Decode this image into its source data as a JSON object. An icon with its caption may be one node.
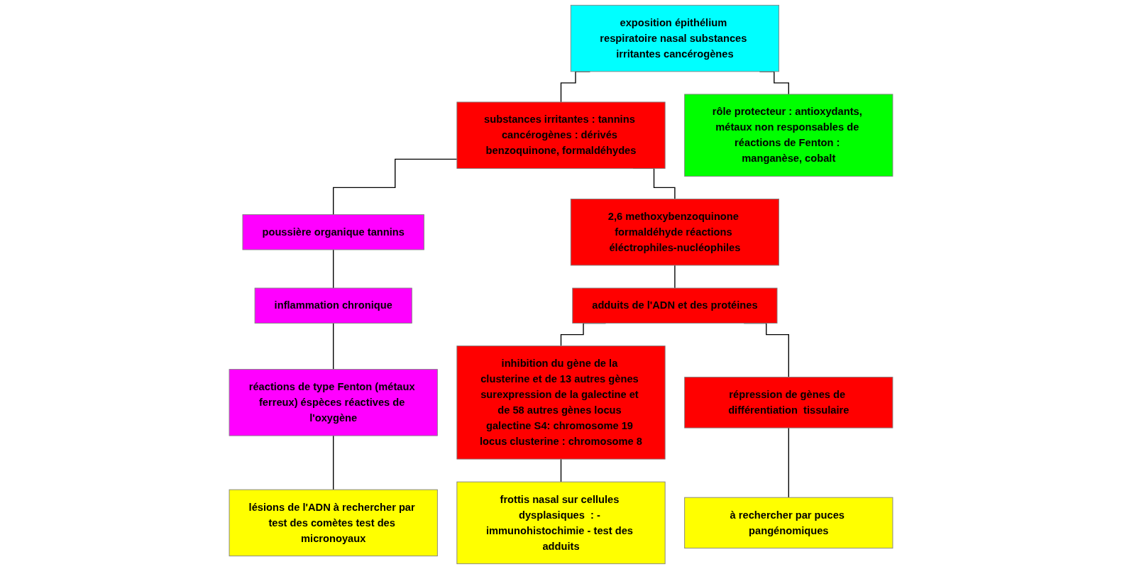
{
  "diagram": {
    "nodes": [
      {
        "text": [
          "exposition épithélium respiratoire nasal substances irritantes cancérogènes"
        ]
      },
      {
        "text": [
          "substances irritantes : tannins cancérogènes : dérivés benzoquinone, formaldéhydes"
        ]
      },
      {
        "text": [
          "rôle protecteur : antioxydants, métaux non responsables de réactions de Fenton : manganèse, cobalt"
        ]
      },
      {
        "text": [
          "poussière organique tannins"
        ]
      },
      {
        "text": [
          "inflammation chronique"
        ]
      },
      {
        "text": [
          "réactions de type Fenton (métaux ferreux) éspèces réactives de l'oxygène"
        ]
      },
      {
        "text": [
          "lésions de l'ADN à rechercher par test des comètes test des micronoyaux"
        ]
      },
      {
        "text": [
          "2,6 methoxybenzoquinone formaldéhyde réactions éléctrophiles-nucléophiles"
        ]
      },
      {
        "text": [
          "adduits de l'ADN et des protéines"
        ]
      },
      {
        "text": [
          "inhibition du gène de la clusterine et de 13 autres gènes surexpression de la galectine et de 58 autres gènes locus galectine S4: chromosome 19 locus clusterine : chromosome 8"
        ]
      },
      {
        "text": [
          "répression de gènes de différentiation  tissulaire"
        ]
      },
      {
        "text": [
          "frottis nasal sur cellules dysplasiques  : - immunohistochimie - test des adduits"
        ]
      },
      {
        "text": [
          "à rechercher par puces pangénomiques"
        ]
      }
    ],
    "edges": [
      {
        "from": 0,
        "to": 1,
        "arrow": "none"
      },
      {
        "from": 0,
        "to": 2,
        "arrow": "none"
      },
      {
        "from": 1,
        "to": 3,
        "arrow": "none"
      },
      {
        "from": 1,
        "to": 7,
        "arrow": "none"
      },
      {
        "from": 3,
        "to": 4,
        "arrow": "none"
      },
      {
        "from": 4,
        "to": 5,
        "arrow": "none"
      },
      {
        "from": 5,
        "to": 6,
        "arrow": "none"
      },
      {
        "from": 7,
        "to": 8,
        "arrow": "none"
      },
      {
        "from": 8,
        "to": 9,
        "arrow": "none"
      },
      {
        "from": 8,
        "to": 10,
        "arrow": "none"
      },
      {
        "from": 9,
        "to": 11,
        "arrow": "none"
      },
      {
        "from": 10,
        "to": 12,
        "arrow": "none"
      }
    ]
  }
}
